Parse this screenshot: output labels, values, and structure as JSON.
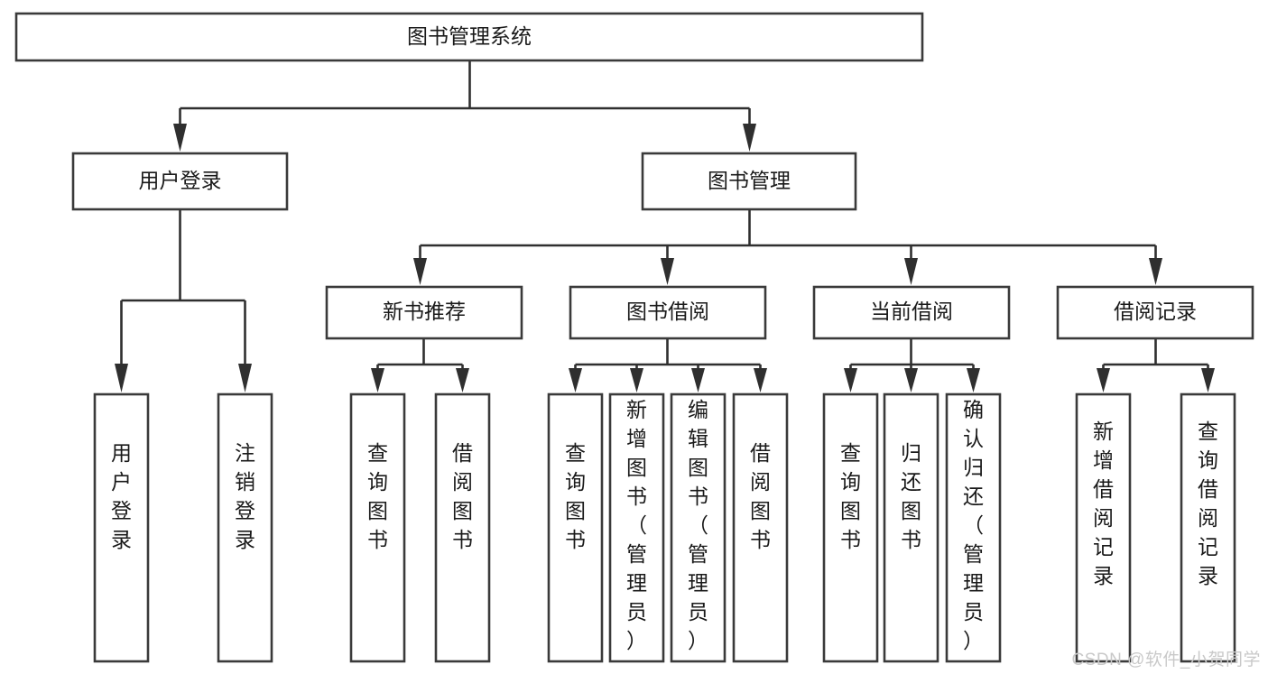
{
  "diagram": {
    "type": "tree-hierarchy-chart",
    "title": "图书管理系统",
    "orientation": "top-down",
    "colors": {
      "box_fill": "#ffffff",
      "box_stroke": "#3a3a3a",
      "connector": "#2f2f2f",
      "text": "#1a1a1a",
      "background": "#ffffff",
      "watermark": "#c9c9c9"
    },
    "levels": [
      {
        "level": 0,
        "nodes": [
          {
            "id": "root",
            "label": "图书管理系统",
            "orientation": "horizontal"
          }
        ]
      },
      {
        "level": 1,
        "nodes": [
          {
            "id": "n-login",
            "label": "用户登录",
            "orientation": "horizontal",
            "parent": "root"
          },
          {
            "id": "n-bookmgmt",
            "label": "图书管理",
            "orientation": "horizontal",
            "parent": "root"
          }
        ]
      },
      {
        "level": 2,
        "nodes": [
          {
            "id": "n-newbook",
            "label": "新书推荐",
            "orientation": "horizontal",
            "parent": "n-bookmgmt"
          },
          {
            "id": "n-borrow",
            "label": "图书借阅",
            "orientation": "horizontal",
            "parent": "n-bookmgmt"
          },
          {
            "id": "n-current",
            "label": "当前借阅",
            "orientation": "horizontal",
            "parent": "n-bookmgmt"
          },
          {
            "id": "n-record",
            "label": "借阅记录",
            "orientation": "horizontal",
            "parent": "n-bookmgmt"
          }
        ]
      },
      {
        "level": 3,
        "nodes": [
          {
            "id": "l1",
            "label": "用户登录",
            "orientation": "vertical",
            "parent": "n-login"
          },
          {
            "id": "l2",
            "label": "注销登录",
            "orientation": "vertical",
            "parent": "n-login"
          },
          {
            "id": "l3",
            "label": "查询图书",
            "orientation": "vertical",
            "parent": "n-newbook"
          },
          {
            "id": "l4",
            "label": "借阅图书",
            "orientation": "vertical",
            "parent": "n-newbook"
          },
          {
            "id": "l5",
            "label": "查询图书",
            "orientation": "vertical",
            "parent": "n-borrow"
          },
          {
            "id": "l6",
            "label": "新增图书（管理员）",
            "orientation": "vertical",
            "parent": "n-borrow"
          },
          {
            "id": "l7",
            "label": "编辑图书（管理员）",
            "orientation": "vertical",
            "parent": "n-borrow"
          },
          {
            "id": "l8",
            "label": "借阅图书",
            "orientation": "vertical",
            "parent": "n-borrow"
          },
          {
            "id": "l9",
            "label": "查询图书",
            "orientation": "vertical",
            "parent": "n-current"
          },
          {
            "id": "l10",
            "label": "归还图书",
            "orientation": "vertical",
            "parent": "n-current"
          },
          {
            "id": "l11",
            "label": "确认归还（管理员）",
            "orientation": "vertical",
            "parent": "n-current"
          },
          {
            "id": "l12",
            "label": "新增借阅记录",
            "orientation": "vertical",
            "parent": "n-record"
          },
          {
            "id": "l13",
            "label": "查询借阅记录",
            "orientation": "vertical",
            "parent": "n-record"
          }
        ]
      }
    ]
  },
  "watermark": {
    "text": "CSDN @软件_小贺同学"
  }
}
